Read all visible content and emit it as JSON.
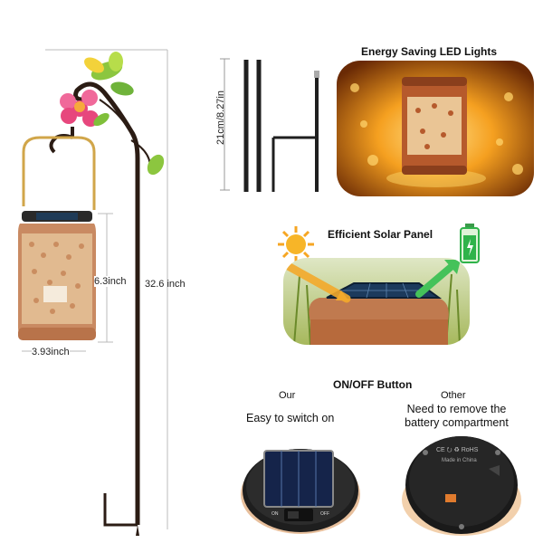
{
  "dimensions": {
    "total_height": "32.6 inch",
    "lantern_height": "6.3inch",
    "lantern_width": "3.93inch",
    "pole_segment": "21cm/8.27in"
  },
  "features": {
    "led_title": "Energy Saving LED Lights",
    "solar_title": "Efficient Solar Panel",
    "onoff_title": "ON/OFF Button",
    "ours_label": "Our",
    "ours_desc": "Easy to switch on",
    "other_label": "Other",
    "other_desc_line1": "Need to remove the",
    "other_desc_line2": "battery compartment",
    "switch_on": "ON",
    "switch_off": "OFF",
    "other_marks": "Made in China"
  },
  "colors": {
    "copper": "#b86a3a",
    "gold_light": "#f5b93b",
    "battery_green": "#2fb34a",
    "flower_pink": "#e7477d",
    "leaf_green": "#8cc63f"
  },
  "icons": [
    "sun-icon",
    "battery-icon",
    "flower-icon",
    "leaf-icon"
  ]
}
